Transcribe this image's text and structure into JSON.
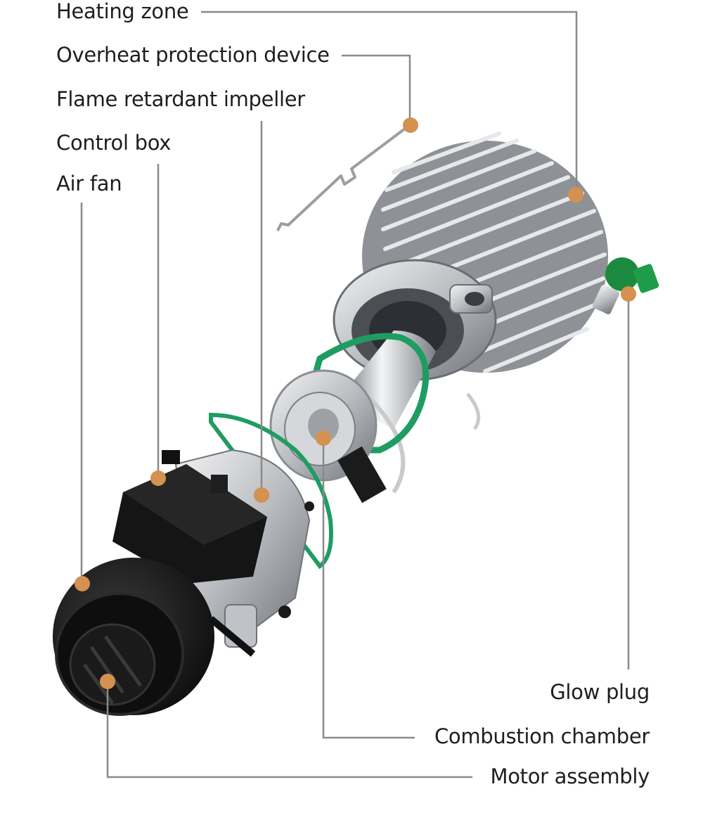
{
  "diagram": {
    "labels": {
      "heating_zone": "Heating zone",
      "overheat_protection_device": "Overheat protection device",
      "flame_retardant_impeller": "Flame retardant impeller",
      "control_box": "Control box",
      "air_fan": "Air fan",
      "glow_plug": "Glow plug",
      "combustion_chamber": "Combustion chamber",
      "motor_assembly": "Motor assembly"
    },
    "colors": {
      "leader_line": "#8a8a8a",
      "marker_dot": "#d4914f",
      "gasket": "#1f9c62",
      "glow_plug_cap": "#1c8a3e",
      "metal": "#c9cbce",
      "black_part": "#151515"
    }
  }
}
